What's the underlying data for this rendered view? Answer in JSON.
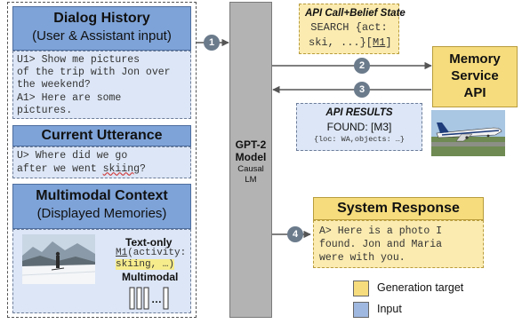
{
  "dialog_history": {
    "title": "Dialog History",
    "subtitle": "(User & Assistant input)",
    "line1": "U1> Show me pictures",
    "line2": "of the trip with Jon over",
    "line3": "the weekend?",
    "line4": "A1> Here are some",
    "line5": "pictures."
  },
  "current_utterance": {
    "title": "Current Utterance",
    "line1": "U> Where did we go",
    "line2_prefix": "after we went ",
    "line2_word": "skiing",
    "line2_suffix": "?"
  },
  "multimodal_context": {
    "title": "Multimodal Context",
    "subtitle": "(Displayed Memories)",
    "text_only_label": "Text-only",
    "m1_ref": "M1",
    "m1_text1": "(activity:",
    "m1_text2": "skiing, …)",
    "multimodal_label": "Multimodal",
    "ellipsis": "…"
  },
  "model": {
    "name_line1": "GPT-2",
    "name_line2": "Model",
    "type_line1": "Causal",
    "type_line2": "LM"
  },
  "api_call": {
    "title": "API Call+Belief State",
    "line1": "SEARCH {act:",
    "line2_prefix": "ski, ...}[",
    "line2_ref": "M1",
    "line2_suffix": "]"
  },
  "memory_service": {
    "line1": "Memory",
    "line2": "Service",
    "line3": "API"
  },
  "api_results": {
    "title": "API RESULTS",
    "found": "FOUND: [M3]",
    "detail": "{loc: WA,objects: …}"
  },
  "system_response": {
    "title": "System Response",
    "line1": "A> Here is a photo I",
    "line2": "found. Jon and Maria",
    "line3": "were with you."
  },
  "steps": [
    "1",
    "2",
    "3",
    "4"
  ],
  "legend": {
    "generation_target": "Generation target",
    "input": "Input"
  },
  "colors": {
    "input_header": "#7ea3d8",
    "input_fill": "#dce6f6",
    "generation_fill": "#fbebb0",
    "memory_fill": "#f6dc7c",
    "model_fill": "#b3b3b3"
  }
}
